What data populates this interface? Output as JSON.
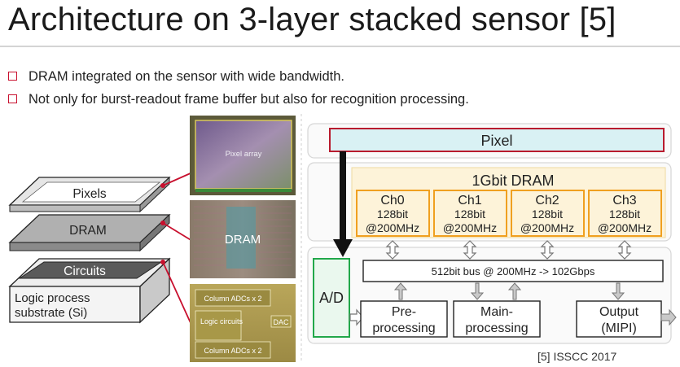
{
  "slide": {
    "title": "Architecture on 3-layer stacked sensor [5]",
    "bullets": [
      "DRAM integrated on the sensor with wide bandwidth.",
      "Not only for burst-readout frame buffer but also for recognition processing."
    ],
    "reference": "[5] ISSCC 2017"
  },
  "stack": {
    "layers": [
      "Pixels",
      "DRAM",
      "Circuits"
    ],
    "base_label_line1": "Logic process",
    "base_label_line2": "substrate (Si)"
  },
  "die_photos": {
    "pixel_label": "Pixel array",
    "dram_label": "DRAM",
    "logic_labels": [
      "Column ADCs x 2",
      "Logic circuits",
      "DAC",
      "Column ADCs x 2"
    ]
  },
  "block_diagram": {
    "pixel_label": "Pixel",
    "dram_title": "1Gbit DRAM",
    "channels": [
      {
        "name": "Ch0",
        "width": "128bit",
        "freq": "@200MHz"
      },
      {
        "name": "Ch1",
        "width": "128bit",
        "freq": "@200MHz"
      },
      {
        "name": "Ch2",
        "width": "128bit",
        "freq": "@200MHz"
      },
      {
        "name": "Ch3",
        "width": "128bit",
        "freq": "@200MHz"
      }
    ],
    "bus_label": "512bit bus @ 200MHz -> 102Gbps",
    "ad_label": "A/D",
    "pre_line1": "Pre-",
    "pre_line2": "processing",
    "main_line1": "Main-",
    "main_line2": "processing",
    "out_line1": "Output",
    "out_line2": "(MIPI)"
  },
  "colors": {
    "accent_red": "#c8102e",
    "dram_orange": "#f0a020",
    "dram_fill": "#fdf3d9",
    "pixel_fill": "#d9f1f4",
    "ad_green": "#22a84a"
  }
}
